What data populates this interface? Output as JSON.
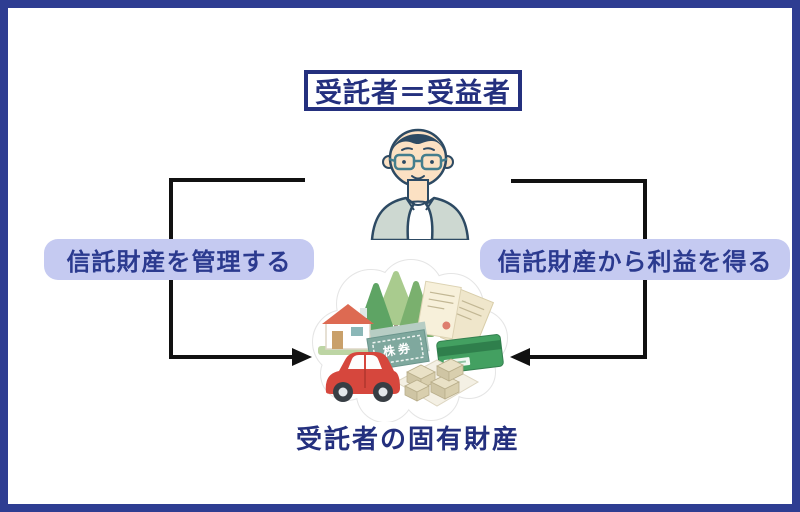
{
  "title": {
    "text": "受託者＝受益者"
  },
  "flows": {
    "manage_label": "信託財産を管理する",
    "benefit_label": "信託財産から利益を得る"
  },
  "assets": {
    "caption": "受託者の固有財産",
    "certificate_text": "株券",
    "icons": [
      "trees",
      "house",
      "stock-certificate",
      "documents",
      "bank-card",
      "car",
      "floor-plan"
    ]
  },
  "colors": {
    "frame": "#2e3d92",
    "navy_text": "#24307e",
    "label_bg": "#c5caf1",
    "label_text": "#2b3a8f",
    "arrow": "#111111"
  }
}
